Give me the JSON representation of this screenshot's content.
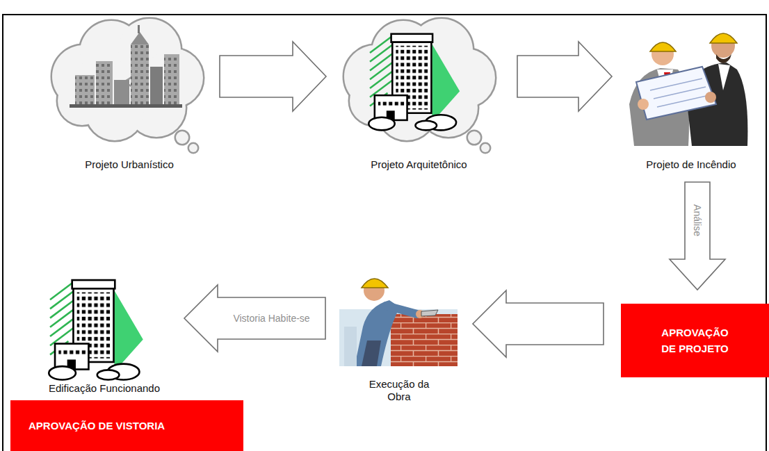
{
  "diagram": {
    "nodes": [
      {
        "text": [
          "Projeto Urbanístico"
        ]
      },
      {
        "text": [
          "Projeto Arquitetônico"
        ]
      },
      {
        "text": [
          "Projeto de Incêndio"
        ]
      },
      {
        "text": [
          "APROVAÇÃO DE PROJETO"
        ]
      },
      {
        "text": [
          "Execução da Obra"
        ]
      },
      {
        "text": [
          "Edificação Funcionando"
        ]
      },
      {
        "text": [
          "APROVAÇÃO DE VISTORIA"
        ]
      }
    ],
    "edges": [
      {
        "from": 0,
        "to": 1,
        "arrow": "to"
      },
      {
        "from": 1,
        "to": 2,
        "arrow": "to"
      },
      {
        "from": 2,
        "to": 3,
        "label": "Análise",
        "arrow": "to"
      },
      {
        "from": 3,
        "to": 4,
        "arrow": "to"
      },
      {
        "from": 4,
        "to": 5,
        "label": "Vistoria Habite-se",
        "arrow": "to"
      }
    ]
  }
}
